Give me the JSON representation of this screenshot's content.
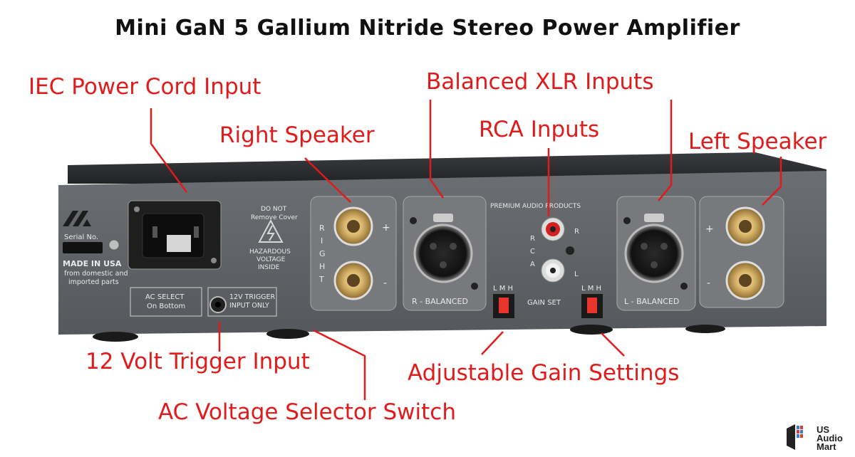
{
  "title": "Mini GaN 5 Gallium Nitride Stereo Power Amplifier",
  "callouts": {
    "iec": "IEC Power Cord Input",
    "right_speaker": "Right Speaker",
    "xlr": "Balanced XLR Inputs",
    "rca": "RCA Inputs",
    "left_speaker": "Left Speaker",
    "trigger": "12 Volt Trigger Input",
    "ac_selector": "AC Voltage Selector Switch",
    "gain": "Adjustable Gain Settings"
  },
  "panel": {
    "serial": "Serial No.",
    "made_in": "MADE IN USA",
    "from_line1": "from domestic and",
    "from_line2": "imported parts",
    "do_not": "DO NOT",
    "remove_cover": "Remove Cover",
    "hazard1": "HAZARDOUS",
    "hazard2": "VOLTAGE",
    "hazard3": "INSIDE",
    "ac_select": "AC SELECT",
    "on_bottom": "On Bottom",
    "trigger1": "12V TRIGGER",
    "trigger2": "INPUT ONLY",
    "right_letters": [
      "R",
      "I",
      "G",
      "H",
      "T"
    ],
    "plus": "+",
    "minus": "-",
    "r_balanced": "R - BALANCED",
    "l_balanced": "L - BALANCED",
    "premium": "PREMIUM AUDIO PRODUCTS",
    "rca_letters": [
      "R",
      "C",
      "A"
    ],
    "r_label": "R",
    "l_label": "L",
    "lmh": "L M H",
    "gain_set": "GAIN SET"
  },
  "watermark": {
    "line1": "US",
    "line2": "Audio",
    "line3": "Mart"
  },
  "colors": {
    "callout": "#e01b1b",
    "chassis": "#55585c",
    "panel": "#6e7174",
    "gain_switch": "#e8342a"
  }
}
